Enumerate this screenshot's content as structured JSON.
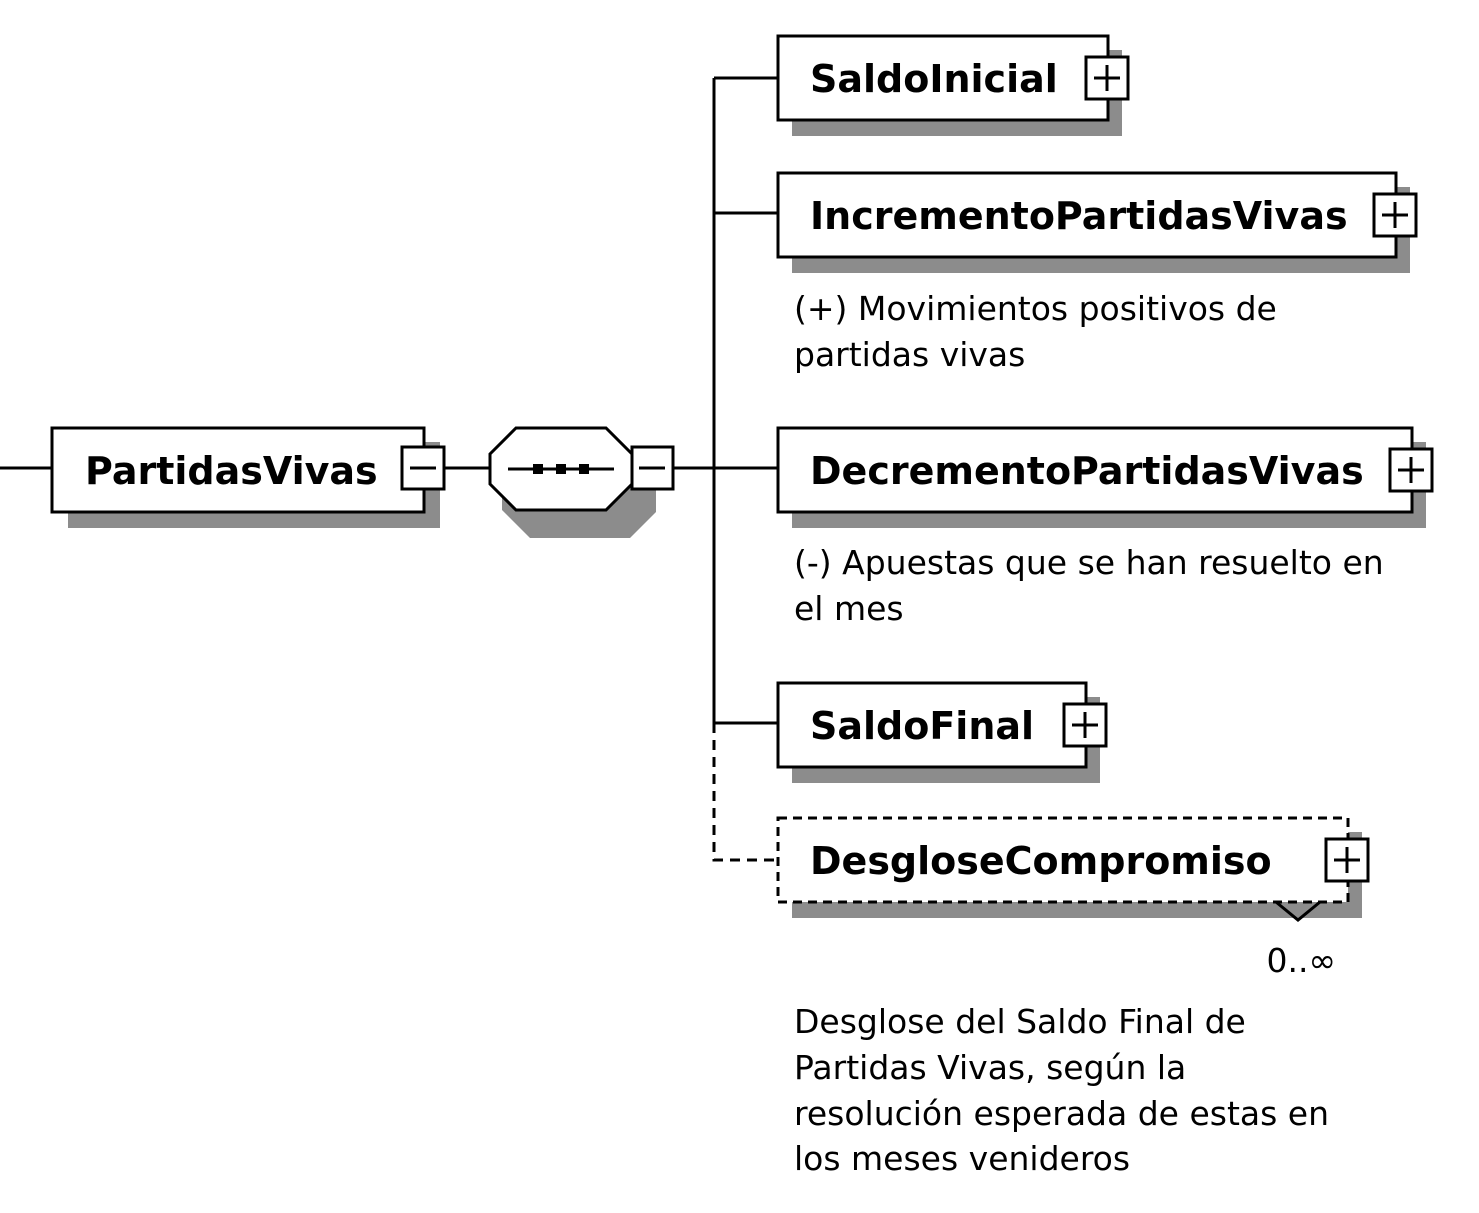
{
  "root": {
    "label": "PartidasVivas",
    "toggle": "minus"
  },
  "sequence": {
    "type": "sequence",
    "toggle": "minus"
  },
  "children": [
    {
      "label": "SaldoInicial",
      "toggle": "plus",
      "optional": false,
      "doc": []
    },
    {
      "label": "IncrementoPartidasVivas",
      "toggle": "plus",
      "optional": false,
      "doc": [
        "(+) Movimientos positivos de",
        "partidas vivas"
      ]
    },
    {
      "label": "DecrementoPartidasVivas",
      "toggle": "plus",
      "optional": false,
      "doc": [
        "(-) Apuestas que se han resuelto en",
        "el mes"
      ]
    },
    {
      "label": "SaldoFinal",
      "toggle": "plus",
      "optional": false,
      "doc": []
    },
    {
      "label": "DesgloseCompromiso",
      "toggle": "plus",
      "optional": true,
      "occurrence": "0..∞",
      "doc": [
        "Desglose del Saldo Final de",
        "Partidas Vivas, según la",
        "resolución esperada de estas en",
        "los meses venideros"
      ]
    }
  ],
  "colors": {
    "shadow": "#8c8c8c",
    "line": "#000000",
    "background": "#ffffff"
  }
}
